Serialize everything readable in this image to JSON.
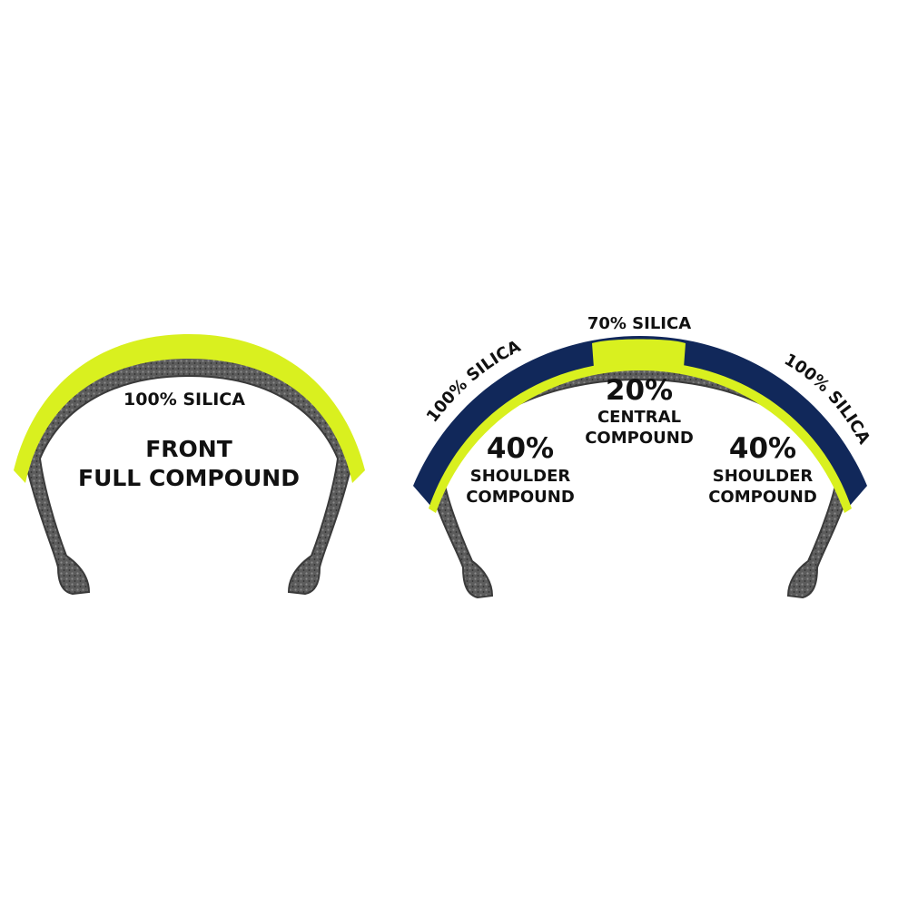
{
  "colors": {
    "silica_yellow": "#d9f01f",
    "shoulder_navy": "#11285a",
    "carcass_gray": "#5c5c5c",
    "carcass_dark": "#3a3a3a",
    "text": "#111111",
    "background": "#ffffff"
  },
  "front_tire": {
    "tread_label": "100% SILICA",
    "title_line1": "FRONT",
    "title_line2": "FULL COMPOUND"
  },
  "rear_tire": {
    "top_label": "70% SILICA",
    "left_arc_label": "100% SILICA",
    "right_arc_label": "100% SILICA",
    "central_percent": "20%",
    "central_line1": "CENTRAL",
    "central_line2": "COMPOUND",
    "left_percent": "40%",
    "left_line1": "SHOULDER",
    "left_line2": "COMPOUND",
    "right_percent": "40%",
    "right_line1": "SHOULDER",
    "right_line2": "COMPOUND"
  }
}
